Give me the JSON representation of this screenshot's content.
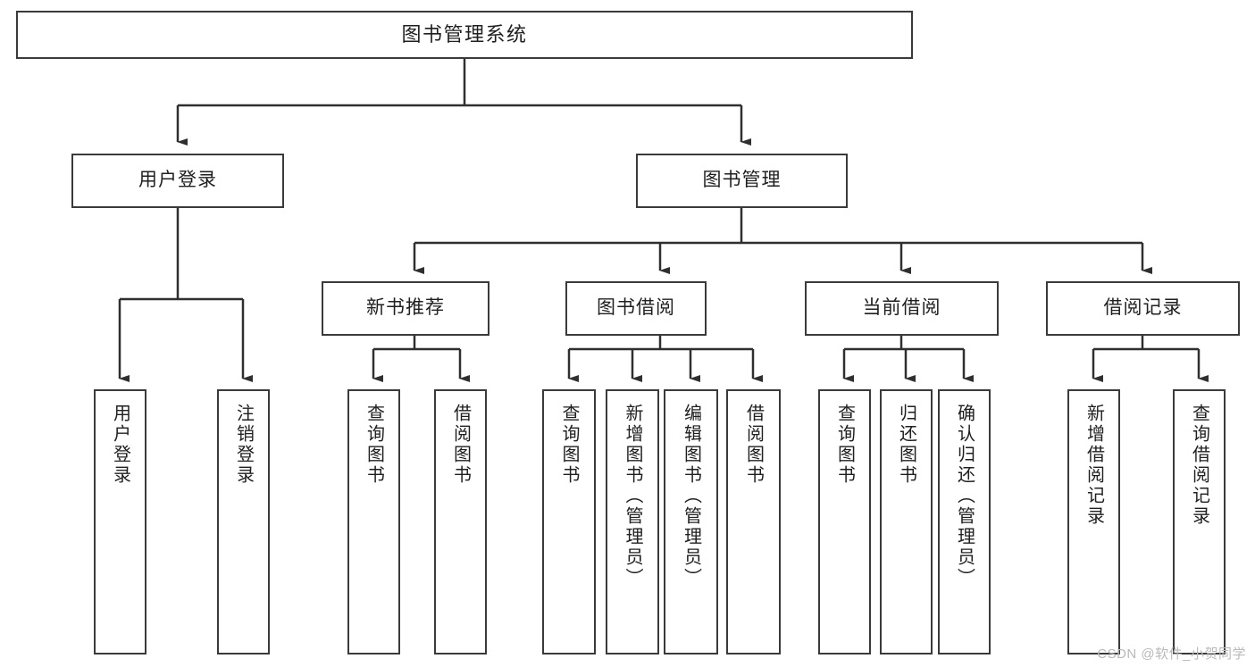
{
  "diagram": {
    "type": "tree",
    "title": "图书管理系统",
    "colors": {
      "background": "#ffffff",
      "box_fill": "#ffffff",
      "box_border": "#3a3a3a",
      "connector": "#2f2f2f",
      "text": "#1f1f1f",
      "watermark": "#b9b9b9"
    },
    "root": {
      "label": "图书管理系统"
    },
    "level2": [
      {
        "label": "用户登录"
      },
      {
        "label": "图书管理"
      }
    ],
    "level3": [
      {
        "label": "新书推荐"
      },
      {
        "label": "图书借阅"
      },
      {
        "label": "当前借阅"
      },
      {
        "label": "借阅记录"
      }
    ],
    "leaves": {
      "user_login": [
        {
          "label": "用户登录"
        },
        {
          "label": "注销登录"
        }
      ],
      "new_book_recommend": [
        {
          "label": "查询图书"
        },
        {
          "label": "借阅图书"
        }
      ],
      "book_borrow": [
        {
          "label": "查询图书"
        },
        {
          "label": "新增图书（管理员）"
        },
        {
          "label": "编辑图书（管理员）"
        },
        {
          "label": "借阅图书"
        }
      ],
      "current_borrow": [
        {
          "label": "查询图书"
        },
        {
          "label": "归还图书"
        },
        {
          "label": "确认归还（管理员）"
        }
      ],
      "borrow_records": [
        {
          "label": "新增借阅记录"
        },
        {
          "label": "查询借阅记录"
        }
      ]
    },
    "watermark": "CSDN @软件_小贺同学"
  }
}
